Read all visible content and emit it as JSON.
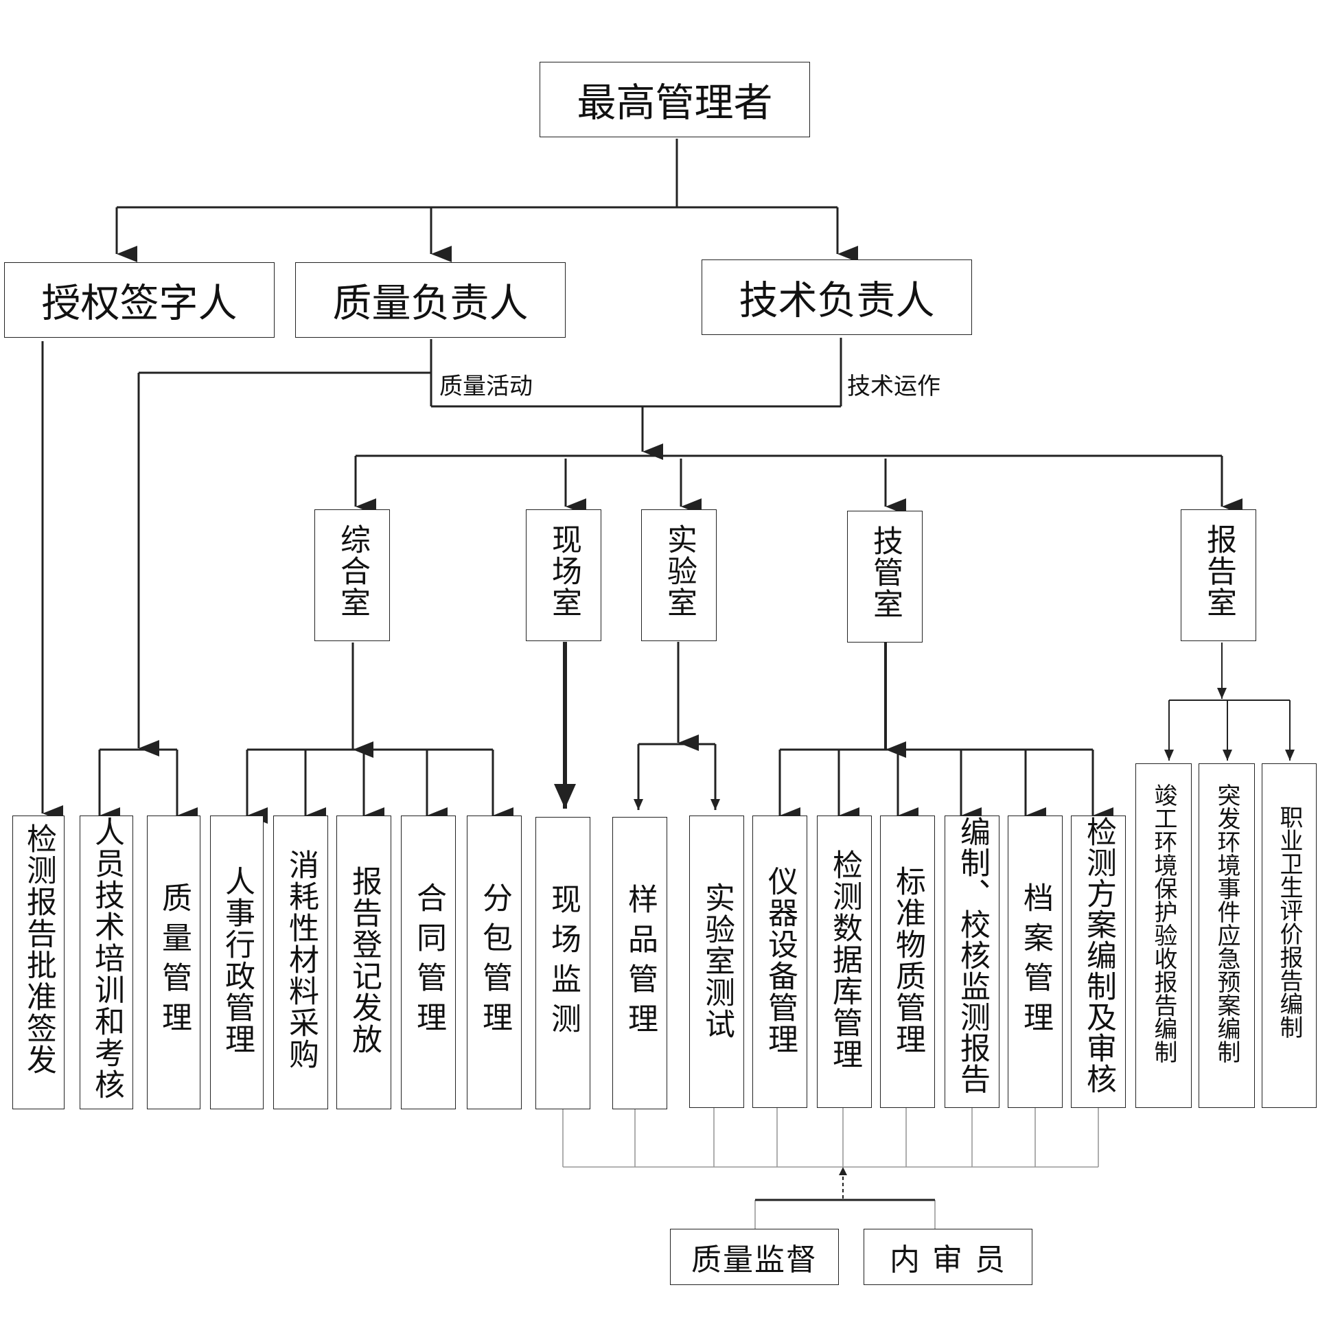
{
  "top": "最高管理者",
  "level2": {
    "signer": "授权签字人",
    "quality": "质量负责人",
    "technical": "技术负责人"
  },
  "labels": {
    "quality_activity": "质量活动",
    "tech_operation": "技术运作"
  },
  "departments": {
    "general": "综合室",
    "field": "现场室",
    "lab": "实验室",
    "tech_mgmt": "技管室",
    "report": "报告室"
  },
  "leaves": {
    "report_approval": "检测报告批准签发",
    "staff_training": "人员技术培训和考核",
    "quality_mgmt": "质量管理",
    "hr_admin": "人事行政管理",
    "consumables": "消耗性材料采购",
    "report_registration": "报告登记发放",
    "contract_mgmt": "合同管理",
    "subcontract_mgmt": "分包管理",
    "field_monitoring": "现场监测",
    "sample_mgmt": "样品管理",
    "lab_testing": "实验室测试",
    "instrument_mgmt": "仪器设备管理",
    "database_mgmt": "检测数据库管理",
    "reference_material": "标准物质管理",
    "report_compile_review": "编制、校核监测报告",
    "archive_mgmt": "档案管理",
    "plan_compile_review": "检测方案编制及审核",
    "completion_report": "竣工环境保护验收报告编制",
    "emergency_plan": "突发环境事件应急预案编制",
    "occupational_health": "职业卫生评价报告编制"
  },
  "bottom": {
    "quality_supervision": "质量监督",
    "internal_auditor": "内 审 员"
  }
}
